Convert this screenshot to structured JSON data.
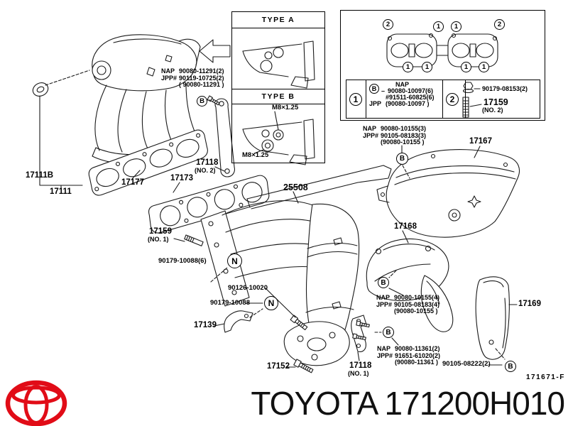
{
  "footer": {
    "brand": "TOYOTA 171200H010",
    "ref_code": "171671-F",
    "logo_color": "#e10c17"
  },
  "type_box": {
    "a_title": "TYPE A",
    "b_title": "TYPE B",
    "thread_a": "M8×1.25",
    "thread_b": "M8×1.25"
  },
  "legend": {
    "callouts_top": [
      "2",
      "1",
      "1",
      "2"
    ],
    "callouts_bottom": [
      "1",
      "1",
      "1",
      "1"
    ],
    "item1": {
      "num": "1",
      "letter": "B",
      "dash": "–",
      "nap": "NAP",
      "val1": "90080-10097(6)",
      "val2": "#91511-60825(6)",
      "jpp": "JPP",
      "val3": "(90080-10097 )"
    },
    "item2": {
      "num": "2",
      "nut": "90179-08153(2)",
      "stud": "17159",
      "stud_note": "(NO. 2)"
    }
  },
  "fasteners": {
    "intake": {
      "nap": "NAP",
      "nap_val": "90080-11291(2)",
      "jpp": "JPP#",
      "jpp_val": "90119-10725(2)",
      "alt": "( 90080-11291 )",
      "letter": "B"
    },
    "shield3": {
      "nap": "NAP",
      "nap_val": "90080-10155(3)",
      "jpp": "JPP#",
      "jpp_val": "90105-08183(3)",
      "alt": "(90080-10155 )",
      "letter": "B"
    },
    "shield4": {
      "nap": "NAP",
      "nap_val": "90080-10155(4)",
      "jpp": "JPP#",
      "jpp_val": "90105-08183(4)",
      "alt": "(90080-10155 )",
      "letter": "B"
    },
    "stay": {
      "nap": "NAP",
      "nap_val": "90080-11361(2)",
      "jpp": "JPP#",
      "jpp_val": "91651-61020(2)",
      "alt": "(90080-11361 )",
      "letter": "B"
    },
    "shield_bolt": {
      "val": "90105-08222(2)",
      "letter": "B"
    }
  },
  "parts": {
    "seal": "17111B",
    "intake_manifold": "17111",
    "intake_gasket": "17177",
    "exhaust_gasket": "17173",
    "stay_no2": "17118",
    "stay_no2_note": "(NO. 2)",
    "exhaust_manifold": "25508",
    "stud_no1": "17159",
    "stud_no1_note": "(NO. 1)",
    "nut_set": "90179-10088(6)",
    "bolt_converter": "90126-10020",
    "nut_single": "90179-10088",
    "bracket": "17139",
    "bolt_lower": "17152",
    "stay_no1": "17118",
    "stay_no1_note": "(NO. 1)",
    "shield_upper": "17167",
    "shield_center": "17168",
    "shield_side": "17169",
    "n_letter": "N"
  }
}
